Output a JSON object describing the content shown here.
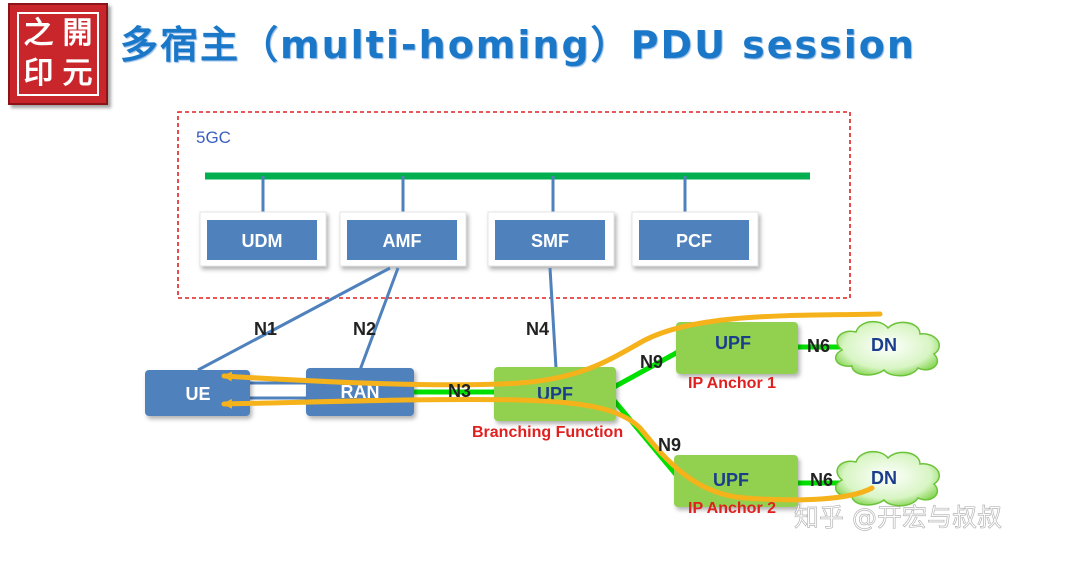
{
  "logo": {
    "chars": [
      "之",
      "開",
      "印",
      "元"
    ]
  },
  "title": "多宿主（multi-homing）PDU session",
  "core": {
    "label": "5GC",
    "functions": [
      "UDM",
      "AMF",
      "SMF",
      "PCF"
    ]
  },
  "nodes": {
    "ue": "UE",
    "ran": "RAN",
    "upf_branch": "UPF",
    "upf_branch_caption": "Branching Function",
    "upf_anchor1": "UPF",
    "upf_anchor1_caption": "IP Anchor 1",
    "upf_anchor2": "UPF",
    "upf_anchor2_caption": "IP Anchor 2",
    "dn1": "DN",
    "dn2": "DN"
  },
  "interfaces": {
    "n1": "N1",
    "n2": "N2",
    "n3": "N3",
    "n4": "N4",
    "n9_top": "N9",
    "n9_bottom": "N9",
    "n6_top": "N6",
    "n6_bottom": "N6"
  },
  "watermark": "知乎 @开宏与叔叔",
  "colors": {
    "title": "#1b78c8",
    "nf_box": "#4f81bd",
    "upf_box": "#92d050",
    "bus": "#00b050",
    "dashed_border": "#e0201f",
    "flow_arrow": "#f5b21b"
  }
}
